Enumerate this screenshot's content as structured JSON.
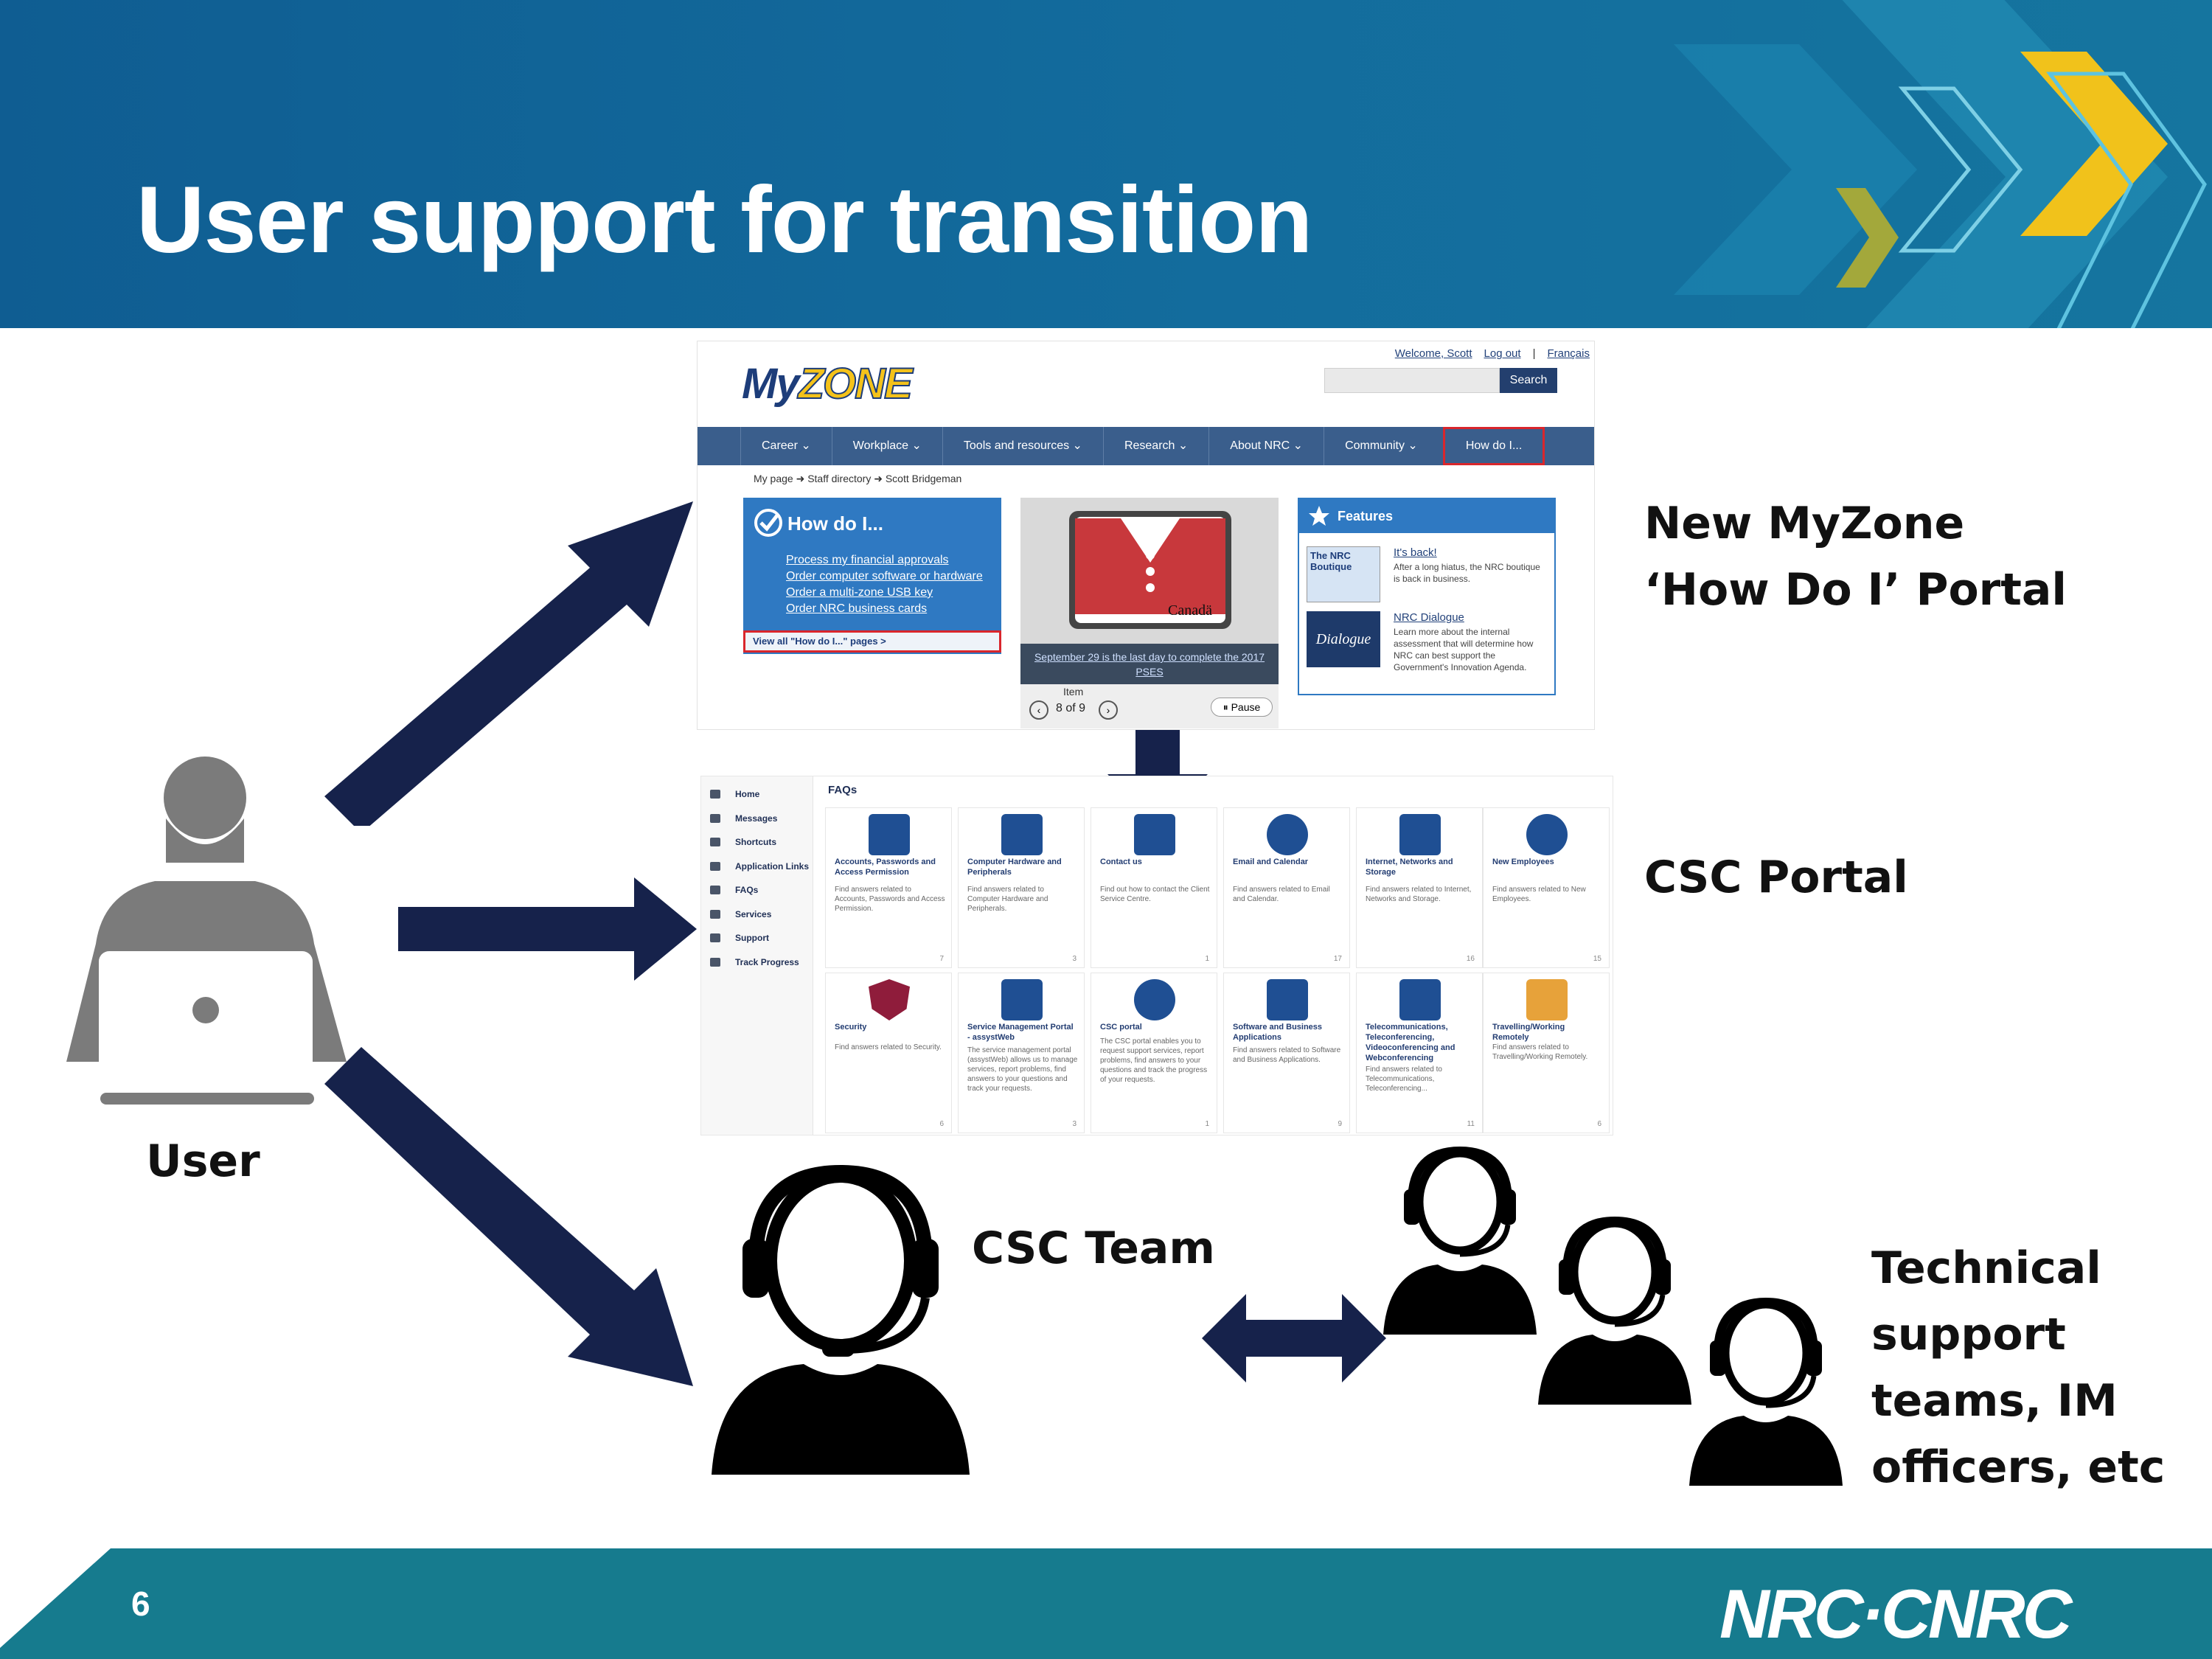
{
  "slide": {
    "title": "User support for transition",
    "page_number": "6",
    "logo_text": "NRC·CNRC"
  },
  "labels": {
    "user": "User",
    "myzone_line1": "New MyZone",
    "myzone_line2": "‘How Do I’ Portal",
    "csc_portal": "CSC Portal",
    "csc_team": "CSC  Team",
    "tech_line1": "Technical",
    "tech_line2": "support",
    "tech_line3": "teams, IM",
    "tech_line4": "officers, etc"
  },
  "myzone": {
    "welcome": "Welcome, Scott",
    "logout": "Log out",
    "separator": "|",
    "francais": "Français",
    "logo_my": "My",
    "logo_zone": "ZONE",
    "search_label": "Search",
    "nav": [
      "Career ⌄",
      "Workplace ⌄",
      "Tools and resources ⌄",
      "Research ⌄",
      "About NRC ⌄",
      "Community ⌄",
      "How do I..."
    ],
    "breadcrumb": "My page  ➜  Staff directory  ➜  Scott Bridgeman",
    "how_title": "How do I...",
    "how_links": [
      "Process my financial approvals",
      "Order computer software or hardware",
      "Order a multi-zone USB key",
      "Order NRC business cards"
    ],
    "view_all": "View all \"How do I...\" pages >",
    "slide_canada": "Canadä",
    "slide_caption": "September 29 is the last day to complete the 2017 PSES",
    "item_label": "Item",
    "item_count": "8 of 9",
    "pause": "⏸ Pause",
    "features_title": "Features",
    "feature1_title": "It's back!",
    "feature1_text": "After a long hiatus, the NRC boutique is back in business.",
    "feature1_thumb": "The NRC Boutique",
    "feature2_title": "NRC Dialogue",
    "feature2_text": "Learn more about the internal assessment that will determine how NRC can best support the Government's Innovation Agenda.",
    "feature2_thumb": "Dialogue"
  },
  "csc": {
    "faq_title": "FAQs",
    "nav": [
      "Home",
      "Messages",
      "Shortcuts",
      "Application Links",
      "FAQs",
      "Services",
      "Support",
      "Track Progress"
    ],
    "tiles": [
      {
        "title": "Accounts, Passwords and Access Permission",
        "desc": "Find answers related to Accounts, Passwords and Access Permission.",
        "count": "7"
      },
      {
        "title": "Computer Hardware and Peripherals",
        "desc": "Find answers related to Computer Hardware and Peripherals.",
        "count": "3"
      },
      {
        "title": "Contact us",
        "desc": "Find out how to contact the Client Service Centre.",
        "count": "1"
      },
      {
        "title": "Email and Calendar",
        "desc": "Find answers related to Email and Calendar.",
        "count": "17"
      },
      {
        "title": "Internet, Networks and Storage",
        "desc": "Find answers related to Internet, Networks and Storage.",
        "count": "16"
      },
      {
        "title": "New Employees",
        "desc": "Find answers related to New Employees.",
        "count": "15"
      },
      {
        "title": "Security",
        "desc": "Find answers related to Security.",
        "count": "6"
      },
      {
        "title": "Service Management Portal - assystWeb",
        "desc": "The service management portal (assystWeb) allows us to manage services, report problems, find answers to your questions and track your requests.",
        "count": "3"
      },
      {
        "title": "CSC portal",
        "desc": "The CSC portal enables you to request support services, report problems, find answers to your questions and track the progress of your requests.",
        "count": "1"
      },
      {
        "title": "Software and Business Applications",
        "desc": "Find answers related to Software and Business Applications.",
        "count": "9"
      },
      {
        "title": "Telecommunications, Teleconferencing, Videoconferencing and Webconferencing",
        "desc": "Find answers related to Telecommunications, Teleconferencing...",
        "count": "11"
      },
      {
        "title": "Travelling/Working Remotely",
        "desc": "Find answers related to Travelling/Working Remotely.",
        "count": "6"
      }
    ]
  },
  "colors": {
    "header": "#136c9d",
    "footer": "#167b8e",
    "arrow": "#16224b",
    "accent_yellow": "#f1c21b",
    "accent_olive": "#a3a83b"
  }
}
